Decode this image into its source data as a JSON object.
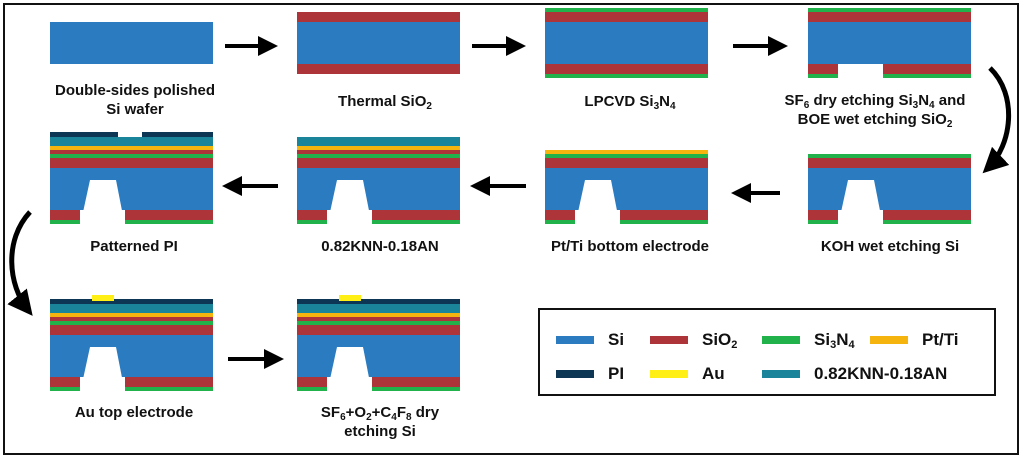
{
  "colors": {
    "si": "#2b7bc1",
    "sio2": "#ad3438",
    "si3n4": "#22b24c",
    "ptti": "#f6b40e",
    "pi": "#0c3654",
    "au": "#ffef14",
    "knn": "#1a859a",
    "arrow": "#000000",
    "frame": "#111111"
  },
  "steps": [
    {
      "label_line1": "Double-sides polished",
      "label_line2": "Si wafer"
    },
    {
      "label_pre": "Thermal SiO",
      "label_sub": "2"
    },
    {
      "label_pre": "LPCVD Si",
      "label_sub1": "3",
      "label_mid": "N",
      "label_sub2": "4"
    },
    {
      "l1_a": "SF",
      "l1_s1": "6",
      "l1_b": " dry etching Si",
      "l1_s2": "3",
      "l1_c": "N",
      "l1_s3": "4",
      "l1_d": " and",
      "l2_a": "BOE wet etching SiO",
      "l2_s": "2"
    },
    {
      "label": "KOH wet etching Si"
    },
    {
      "label": "Pt/Ti bottom electrode"
    },
    {
      "label": "0.82KNN-0.18AN"
    },
    {
      "label": "Patterned PI"
    },
    {
      "label": "Au top electrode"
    },
    {
      "l1_a": "SF",
      "l1_s1": "6",
      "l1_b": "+O",
      "l1_s2": "2",
      "l1_c": "+C",
      "l1_s3": "4",
      "l1_d": "F",
      "l1_s4": "8",
      "l1_e": " dry",
      "l2": "etching Si"
    }
  ],
  "legend": {
    "si": {
      "label": "Si",
      "icon": "si-swatch"
    },
    "sio2": {
      "label_pre": "SiO",
      "label_sub": "2",
      "icon": "sio2-swatch"
    },
    "si3n4": {
      "label_pre": "Si",
      "label_sub1": "3",
      "label_mid": "N",
      "label_sub2": "4",
      "icon": "si3n4-swatch"
    },
    "ptti": {
      "label": "Pt/Ti",
      "icon": "ptti-swatch"
    },
    "pi": {
      "label": "PI",
      "icon": "pi-swatch"
    },
    "au": {
      "label": "Au",
      "icon": "au-swatch"
    },
    "knn": {
      "label": "0.82KNN-0.18AN",
      "icon": "knn-swatch"
    }
  }
}
